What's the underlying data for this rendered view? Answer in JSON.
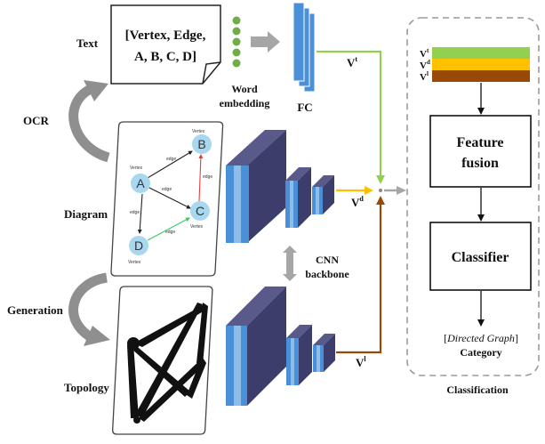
{
  "labels": {
    "text": "Text",
    "ocr": "OCR",
    "diagram": "Diagram",
    "generation": "Generation",
    "topology": "Topology",
    "word_embedding_1": "Word",
    "word_embedding_2": "embedding",
    "fc": "FC",
    "cnn_1": "CNN",
    "cnn_2": "backbone",
    "classification": "Classification",
    "feature_fusion_1": "Feature",
    "feature_fusion_2": "fusion",
    "classifier": "Classifier",
    "category_open": "[",
    "category_italic": "Directed Graph",
    "category_close": "]",
    "category_2": "Category"
  },
  "text_box": {
    "line1": "[Vertex, Edge,",
    "line2": "A, B, C, D]"
  },
  "vectors": {
    "v": "V",
    "t": "t",
    "d": "d",
    "l": "l"
  },
  "graph": {
    "nodes": [
      "A",
      "B",
      "C",
      "D"
    ],
    "vertex_word": "Vertex",
    "edge_word": "edge"
  },
  "colors": {
    "text_stream": "#92d050",
    "diagram_stream": "#ffc000",
    "topology_stream": "#984807",
    "fc_blue": "#4a90d9",
    "cnn_dark": "#3d3d6b",
    "node_fill": "#a8d8f0",
    "word_dot": "#70ad47",
    "arrow_gray": "#a6a6a6"
  }
}
